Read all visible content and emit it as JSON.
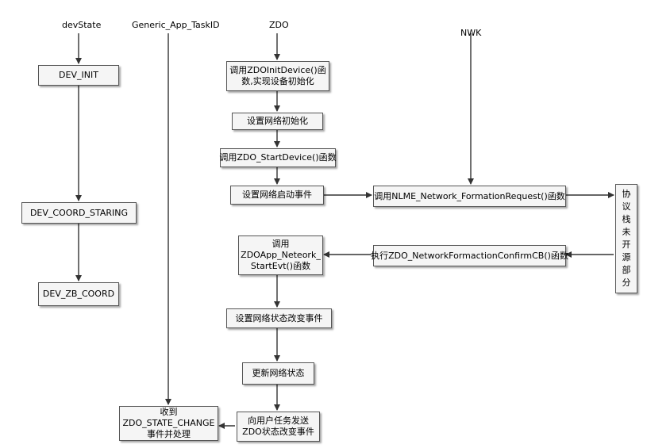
{
  "lanes": {
    "devstate": "devState",
    "taskid": "Generic_App_TaskID",
    "zdo": "ZDO",
    "nwk": "NWK"
  },
  "states": {
    "dev_init": "DEV_INIT",
    "dev_coord_staring": "DEV_COORD_STARING",
    "dev_zb_coord": "DEV_ZB_COORD"
  },
  "zdo_steps": {
    "init_device_1": "调用ZDOInitDevice()函",
    "init_device_2": "数,实现设备初始化",
    "set_net_init": "设置网络初始化",
    "start_device": "调用ZDO_StartDevice()函数",
    "set_start_event": "设置网络启动事件",
    "network_start_1": "调用",
    "network_start_2": "ZDOApp_Neteork_",
    "network_start_3": "StartEvt()函数",
    "set_state_change": "设置网络状态改变事件",
    "update_state": "更新网络状态",
    "send_user_1": "向用户任务发送",
    "send_user_2": "ZDO状态改变事件"
  },
  "nwk_steps": {
    "formation_request": "调用NLME_Network_FormationRequest()函数",
    "formation_confirm": "执行ZDO_NetworkFormactionConfirmCB()函数"
  },
  "protocol_stack": [
    "协",
    "议",
    "栈",
    "未",
    "开",
    "源",
    "部",
    "分"
  ],
  "receive": {
    "line1": "收到",
    "line2": "ZDO_STATE_CHANGE",
    "line3": "事件并处理"
  }
}
